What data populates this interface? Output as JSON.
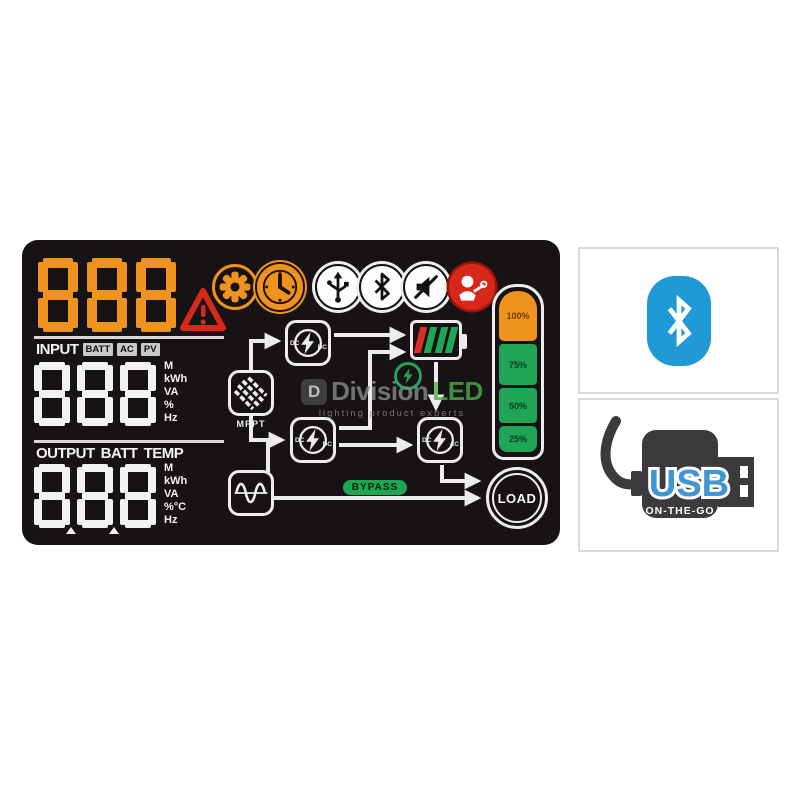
{
  "colors": {
    "orange": "#F0921E",
    "red": "#D7281A",
    "green": "#1FA555",
    "bluetooth_blue": "#1F9AD7",
    "lcd_background": "#161216",
    "segment_white": "#F2F2F2"
  },
  "lcd": {
    "main_value": "888",
    "status_icons": [
      "warning-triangle",
      "settings-gear",
      "timer-clock",
      "usb",
      "bluetooth",
      "alarm-muted",
      "fault-service"
    ],
    "input": {
      "label": "INPUT",
      "badges": [
        "BATT",
        "AC",
        "PV"
      ],
      "value": "888",
      "units": [
        "M",
        "kWh",
        "VA",
        "%",
        "Hz"
      ]
    },
    "output": {
      "labels": [
        "OUTPUT",
        "BATT",
        "TEMP"
      ],
      "value": "888",
      "units": [
        "M",
        "kWh",
        "VA",
        "%°C",
        "Hz"
      ]
    },
    "flow": {
      "mppt_label": "MPPT",
      "converter_pv": {
        "left": "DC",
        "right": "DC"
      },
      "converter_batt": {
        "left": "DC",
        "right": "DC"
      },
      "converter_inv": {
        "left": "DC",
        "right": "AC"
      },
      "bypass_label": "BYPASS",
      "load_label": "LOAD"
    },
    "gauge": {
      "levels": [
        {
          "label": "100%",
          "color": "#F0921E"
        },
        {
          "label": "75%",
          "color": "#1FA555"
        },
        {
          "label": "50%",
          "color": "#1FA555"
        },
        {
          "label": "25%",
          "color": "#1FA555"
        }
      ]
    }
  },
  "side_panels": {
    "bluetooth": {
      "icon": "bluetooth-logo"
    },
    "usb_otg": {
      "title": "USB",
      "subtitle": "ON-THE-GO"
    }
  },
  "watermark": {
    "logo_letter": "D",
    "name": "Division",
    "suffix": "LED",
    "tagline": "lighting product experts"
  }
}
